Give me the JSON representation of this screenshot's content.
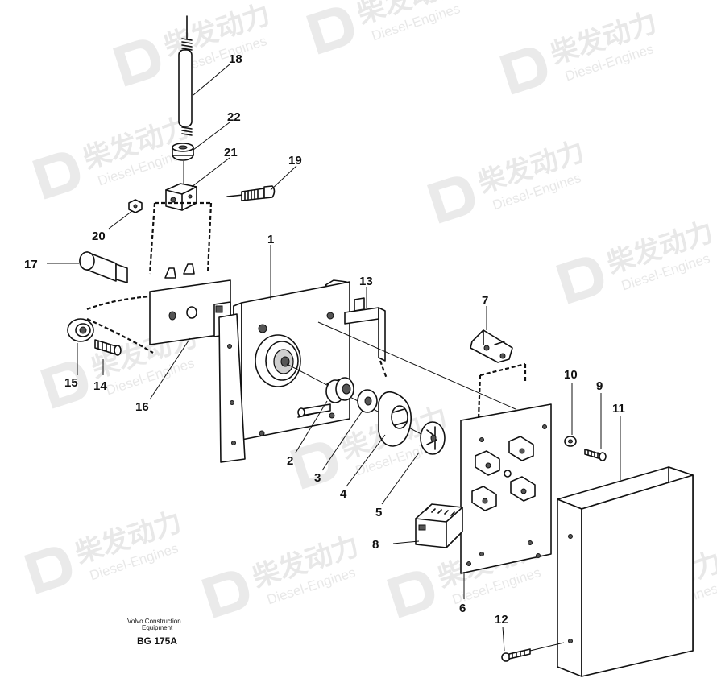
{
  "watermark": {
    "brand_cn": "柴发动力",
    "brand_en": "Diesel-Engines"
  },
  "caption": {
    "line1": "Volvo Construction",
    "line2": "Equipment",
    "code": "BG 175A"
  },
  "callouts": {
    "c1": "1",
    "c2": "2",
    "c3": "3",
    "c4": "4",
    "c5": "5",
    "c6": "6",
    "c7": "7",
    "c8": "8",
    "c9": "9",
    "c10": "10",
    "c11": "11",
    "c12": "12",
    "c13": "13",
    "c14": "14",
    "c15": "15",
    "c16": "16",
    "c17": "17",
    "c18": "18",
    "c19": "19",
    "c20": "20",
    "c21": "21",
    "c22": "22"
  }
}
